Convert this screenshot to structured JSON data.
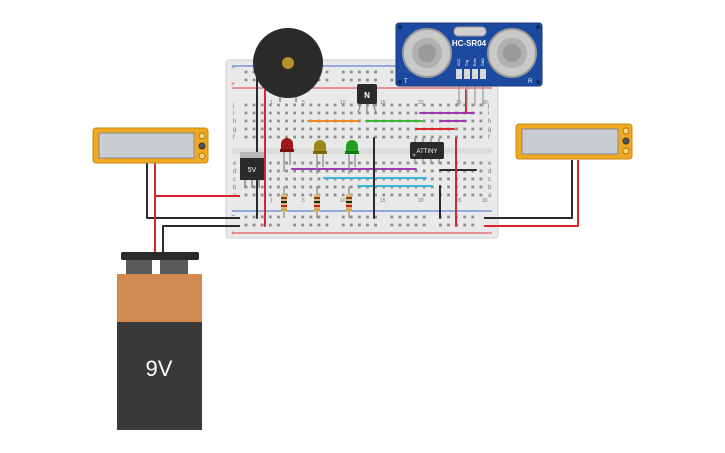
{
  "battery": {
    "voltage_label": "9V"
  },
  "regulator": {
    "label": "5V"
  },
  "transistor": {
    "label": "N"
  },
  "microcontroller": {
    "label": "ATTINY"
  },
  "sensor": {
    "title": "HC-SR04",
    "left_mark": "T",
    "right_mark": "R",
    "pins": [
      "VCC",
      "Trig",
      "Echo",
      "GND"
    ]
  },
  "breadboard": {
    "row_letters_top": [
      "j",
      "i",
      "h",
      "g",
      "f"
    ],
    "row_letters_bottom": [
      "e",
      "d",
      "c",
      "b",
      "a"
    ],
    "column_numbers": [
      "1",
      "5",
      "10",
      "15",
      "20",
      "25",
      "30"
    ]
  },
  "leds": [
    {
      "color": "red"
    },
    {
      "color": "yellow"
    },
    {
      "color": "green"
    }
  ],
  "colors": {
    "breadboard": "#e9e9e9",
    "battery_top": "#d18a4f",
    "battery_bottom": "#3a3a3a",
    "sensor_board": "#1c4aa0",
    "meter_frame": "#f0a820",
    "wire_red": "#d8262c",
    "wire_black": "#2a2a2a",
    "wire_orange": "#ee8a22",
    "wire_green": "#3bb43b",
    "wire_purple": "#9b3fb0",
    "wire_cyan": "#3bb6d8"
  }
}
